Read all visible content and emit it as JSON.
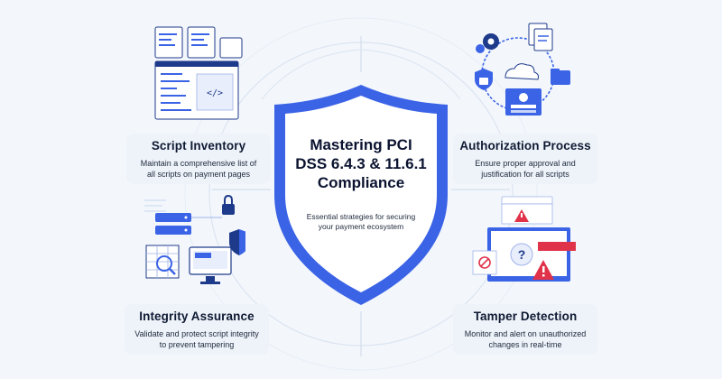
{
  "center": {
    "title": "Mastering PCI\nDSS 6.4.3 & 11.6.1\nCompliance",
    "subtitle": "Essential strategies for securing\nyour payment ecosystem"
  },
  "cards": {
    "script_inventory": {
      "title": "Script Inventory",
      "description": "Maintain a comprehensive list of\nall scripts on payment pages",
      "icon": "document-stack-icon"
    },
    "authorization_process": {
      "title": "Authorization Process",
      "description": "Ensure proper approval and\njustification for all scripts",
      "icon": "authorization-network-icon"
    },
    "integrity_assurance": {
      "title": "Integrity Assurance",
      "description": "Validate and protect script integrity\nto prevent tampering",
      "icon": "server-shield-icon"
    },
    "tamper_detection": {
      "title": "Tamper Detection",
      "description": "Monitor and alert on unauthorized\nchanges in real-time",
      "icon": "warning-monitor-icon"
    }
  },
  "colors": {
    "background": "#f3f7fc",
    "shield_border": "#3b63e6",
    "accent_blue": "#2f5be0",
    "alert_red": "#e0334a",
    "dark_text": "#0b1330"
  }
}
